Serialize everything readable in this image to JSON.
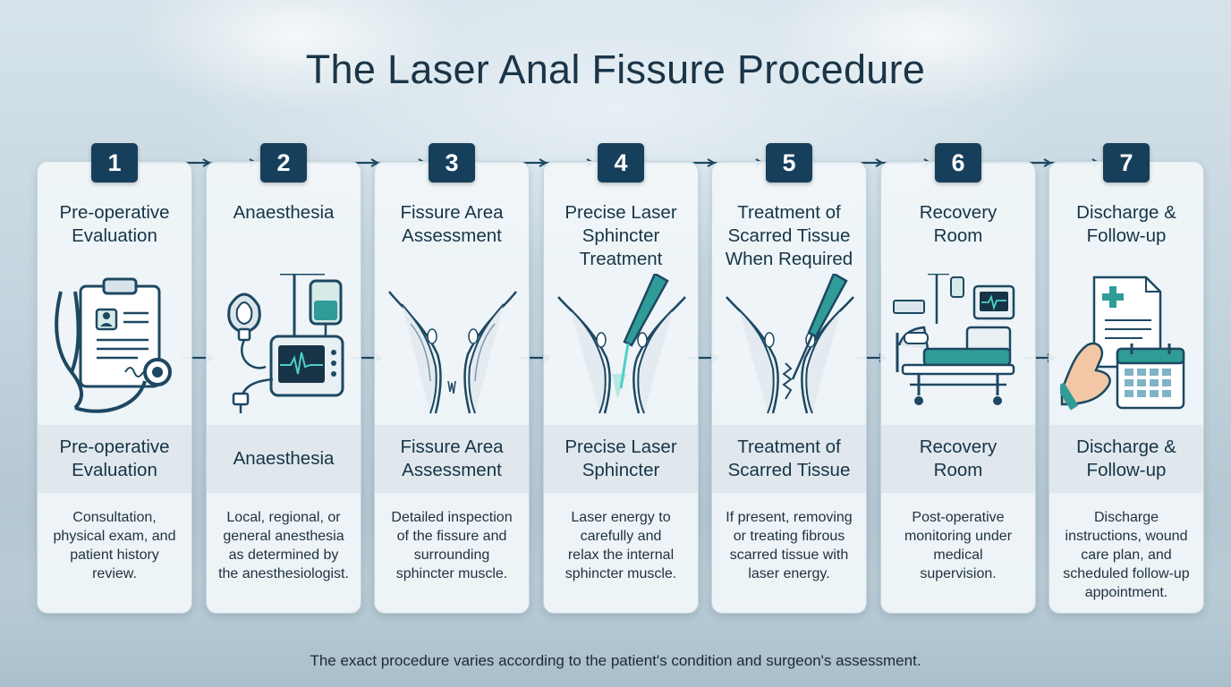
{
  "title": "The Laser Anal Fissure Procedure",
  "steps": [
    {
      "number": "1",
      "title": "Pre-operative\nEvaluation",
      "subtitle": "Pre-operative\nEvaluation",
      "description": "Consultation,\nphysical exam, and\npatient history\nreview.",
      "icon": "clipboard-stethoscope-icon"
    },
    {
      "number": "2",
      "title": "Anaesthesia",
      "subtitle": "Anaesthesia",
      "description": "Local, regional, or\ngeneral anesthesia\nas determined by\nthe anesthesiologist.",
      "icon": "anesthesia-monitor-icon"
    },
    {
      "number": "3",
      "title": "Fissure Area\nAssessment",
      "subtitle": "Fissure Area\nAssessment",
      "description": "Detailed inspection\nof the fissure and\nsurrounding\nsphincter muscle.",
      "icon": "anal-anatomy-icon"
    },
    {
      "number": "4",
      "title": "Precise Laser\nSphincter\nTreatment",
      "subtitle": "Precise Laser\nSphincter",
      "description": "Laser energy to\ncarefully and\nrelax the internal\nsphincter muscle.",
      "icon": "laser-probe-anatomy-icon"
    },
    {
      "number": "5",
      "title": "Treatment of\nScarred Tissue\nWhen Required",
      "subtitle": "Treatment of\nScarred Tissue",
      "description": "If present, removing\nor treating fibrous\nscarred tissue with\nlaser energy.",
      "icon": "laser-scar-treatment-icon"
    },
    {
      "number": "6",
      "title": "Recovery\nRoom",
      "subtitle": "Recovery\nRoom",
      "description": "Post-operative\nmonitoring under\nmedical\nsupervision.",
      "icon": "hospital-bed-icon"
    },
    {
      "number": "7",
      "title": "Discharge &\nFollow-up",
      "subtitle": "Discharge &\nFollow-up",
      "description": "Discharge\ninstructions, wound\ncare plan, and\nscheduled follow-up\nappointment.",
      "icon": "discharge-calendar-icon"
    }
  ],
  "footnote": "The exact procedure varies according to the patient's condition and surgeon's assessment.",
  "colors": {
    "badge": "#163f5b",
    "accent_teal": "#2f9c97",
    "arrow": "#1d4862",
    "card_bg": "#f1f6f9",
    "band_bg": "#e0e8ed"
  }
}
